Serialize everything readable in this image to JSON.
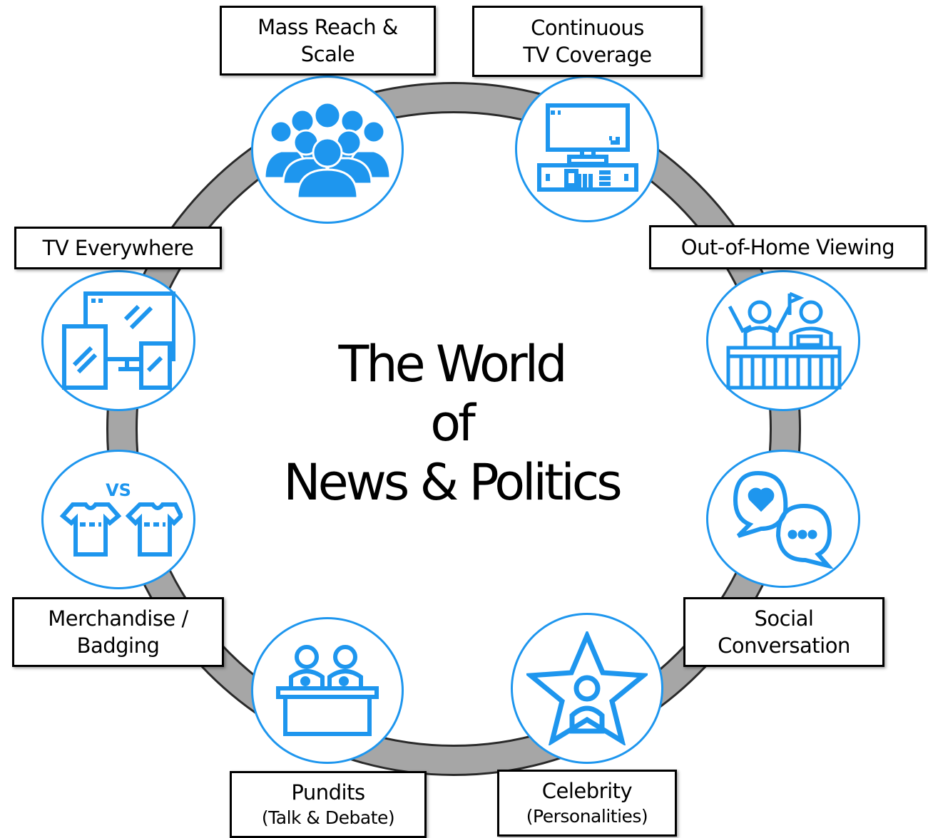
{
  "center": {
    "line1": "The World",
    "line2": "of",
    "line3": "News & Politics"
  },
  "labels": {
    "mass_reach": {
      "line1": "Mass Reach &",
      "line2": "Scale"
    },
    "tv_coverage": {
      "line1": "Continuous",
      "line2": "TV Coverage"
    },
    "out_of_home": {
      "line1": "Out-of-Home Viewing"
    },
    "social": {
      "line1": "Social",
      "line2": "Conversation"
    },
    "celebrity": {
      "line1": "Celebrity",
      "line2": "(Personalities)"
    },
    "pundits": {
      "line1": "Pundits",
      "line2": "(Talk & Debate)"
    },
    "merchandise": {
      "line1": "Merchandise /",
      "line2": "Badging"
    },
    "tv_everywhere": {
      "line1": "TV Everywhere"
    }
  },
  "icons": {
    "mass_reach": "crowd-icon",
    "tv_coverage": "tv-console-icon",
    "out_of_home": "audience-at-venue-icon",
    "social": "chat-bubbles-heart-icon",
    "celebrity": "star-person-icon",
    "pundits": "debate-panel-icon",
    "merchandise": "versus-shirts-icon",
    "tv_everywhere": "multi-device-icon",
    "vs_text": "VS"
  },
  "colors": {
    "accent": "#1e96ee",
    "ring": "#a6a6a6",
    "box_border": "#000000"
  }
}
